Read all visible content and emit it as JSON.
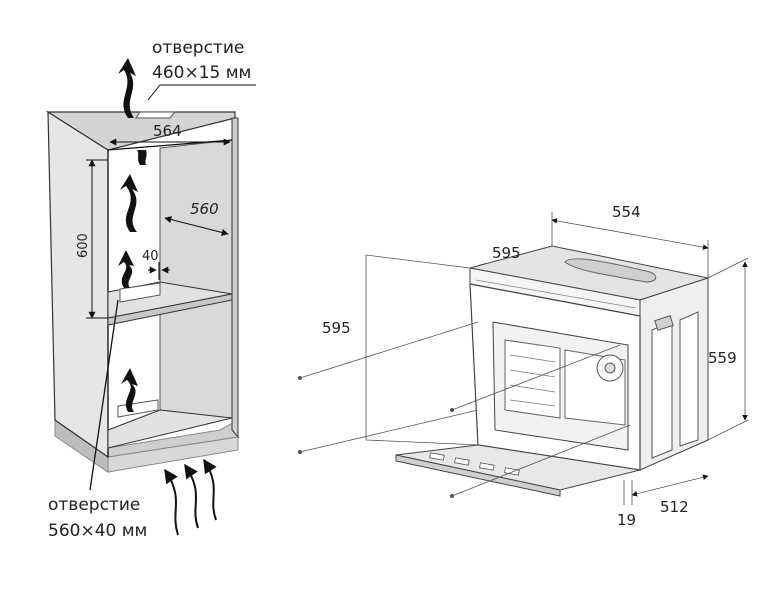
{
  "cabinet": {
    "top_opening": {
      "line1": "отверстие",
      "line2": "460×15 мм"
    },
    "bottom_opening": {
      "line1": "отверстие",
      "line2": "560×40 мм"
    },
    "width": "564",
    "depth": "560",
    "height": "600",
    "gap": "40"
  },
  "oven": {
    "width_top": "554",
    "front_width": "595",
    "front_height": "595",
    "height": "559",
    "depth": "512",
    "panel": "19"
  }
}
